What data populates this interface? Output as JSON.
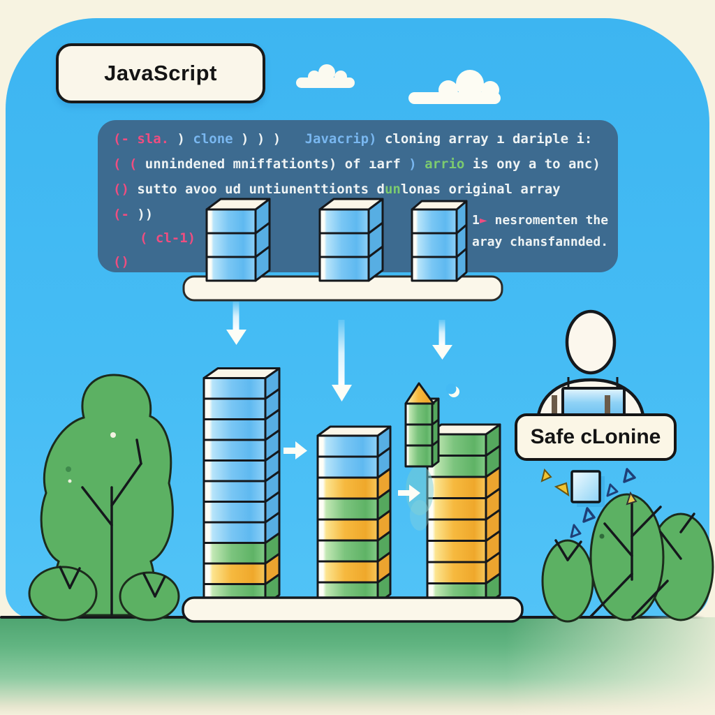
{
  "palette": {
    "sky_blue": "#41b8f3",
    "frame_cream": "#f7f3e1",
    "code_block_bg": "#3d6b90",
    "code_pink": "#ef4d80",
    "code_blue": "#79b7f0",
    "code_green": "#7ccb6f",
    "code_white": "#eef3f4",
    "block_blue": "#6fc2f5",
    "block_green": "#6abb6e",
    "block_yellow": "#f4b637",
    "block_top_cream": "#fbf6e8",
    "tree_green": "#5cb163",
    "grass_green": "#54a973",
    "panel_cream": "#faf6ea",
    "outline": "#15181c"
  },
  "badge": {
    "label": "JavaScript"
  },
  "code_block": {
    "line1": [
      "(- sla. ",
      ") ",
      "clone",
      " ) ) )   ",
      "Javacrip)",
      " cloning array ı dariple i:"
    ],
    "line2": [
      "( ( ",
      "unnindened mniffationts) of ıarf",
      " ) ",
      "arrio",
      " is ony a to anc)"
    ],
    "line3": [
      "()",
      " sutto avoo ud untiunenttionts d",
      "un",
      "lonas original array"
    ],
    "line4": [
      "(- ",
      "))"
    ],
    "line5": [
      "( cl-1)"
    ],
    "line6": [
      "()"
    ],
    "note_line1": [
      "1",
      "►",
      " nesromenten the"
    ],
    "note_line2": "aray chansfannded."
  },
  "sign": {
    "label": "Safe cLonine"
  },
  "towers": {
    "shelf_stacks": {
      "count": 3,
      "blocks_each": [
        "blue",
        "blue",
        "blue"
      ]
    },
    "left": {
      "blocks_top_to_bottom": [
        "blue",
        "blue",
        "blue",
        "blue",
        "blue",
        "blue",
        "blue",
        "blue",
        "green",
        "yellow",
        "green"
      ]
    },
    "middle": {
      "blocks_top_to_bottom": [
        "blue",
        "blue",
        "yellow",
        "green",
        "yellow",
        "green",
        "yellow",
        "green"
      ]
    },
    "right": {
      "blocks_top_to_bottom": [
        "green",
        "green",
        "yellow",
        "yellow",
        "yellow",
        "yellow",
        "yellow",
        "green"
      ]
    },
    "back_small": {
      "cap": "yellow-pyramid",
      "blocks_top_to_bottom": [
        "green",
        "green",
        "green"
      ]
    }
  }
}
